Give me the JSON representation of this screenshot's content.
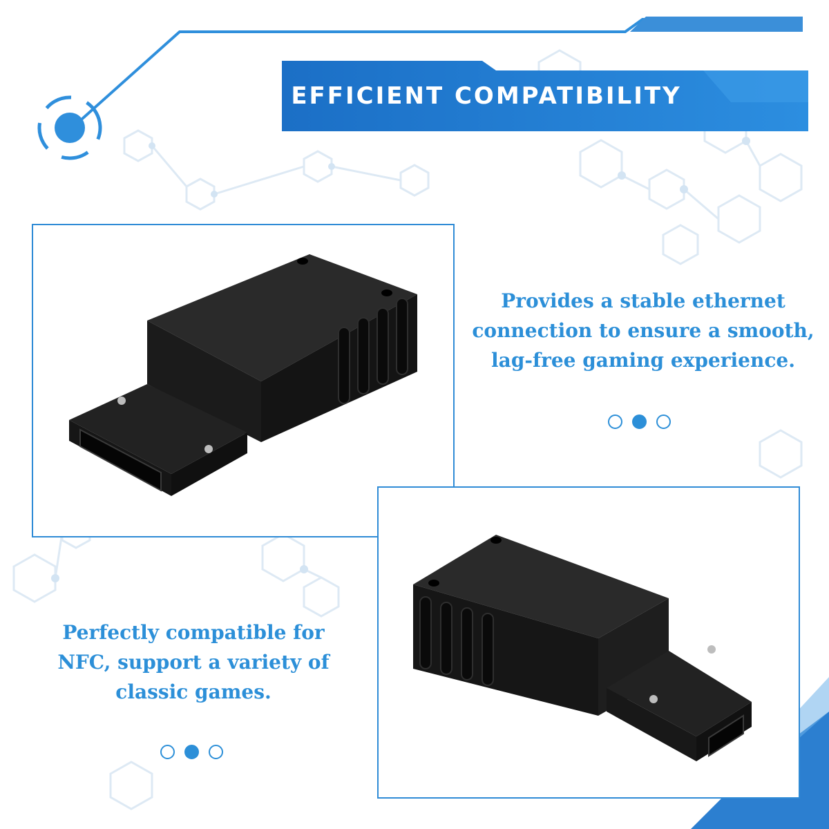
{
  "banner": {
    "title": "Efficient Compatibility"
  },
  "features": [
    {
      "text": "Provides a stable ethernet connection to ensure a smooth, lag-free gaming experience."
    },
    {
      "text": "Perfectly compatible for NFC, support a variety of classic games."
    }
  ],
  "pager": {
    "count": 3,
    "active_index": 1
  },
  "colors": {
    "accent": "#2c8fd8",
    "banner_dark": "#1e6fc4",
    "banner_light": "#3a9ce6",
    "hex_line": "#dbe9f5",
    "product": "#141414"
  },
  "icons": {
    "target": "target-dot-icon",
    "product": "adapter-device"
  }
}
